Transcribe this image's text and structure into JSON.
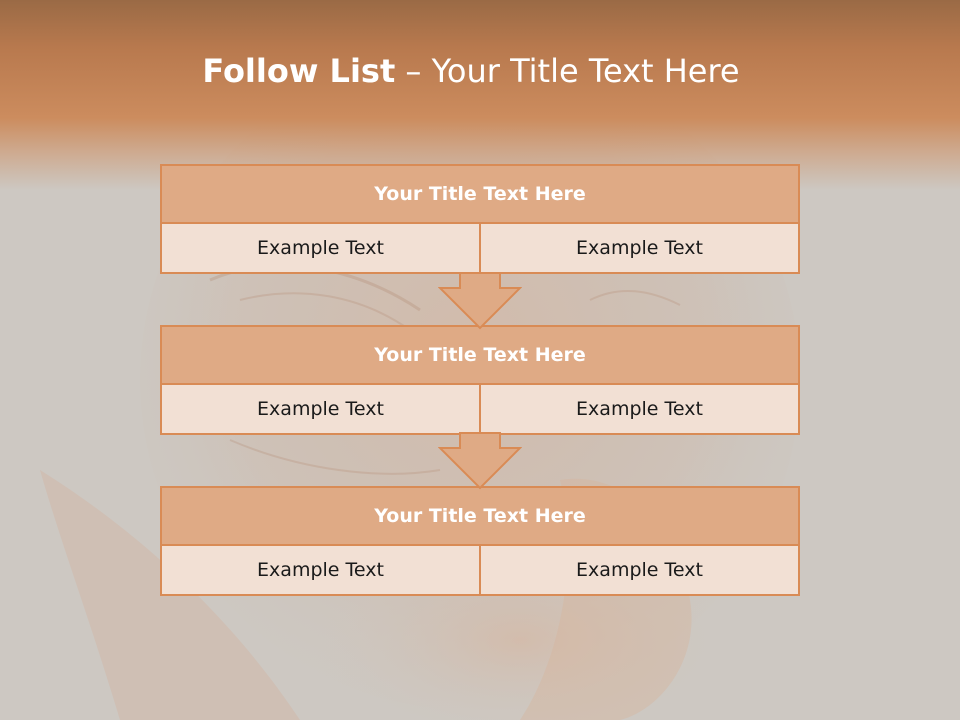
{
  "slide": {
    "title_bold": "Follow List",
    "title_rest": " – Your Title Text Here"
  },
  "colors": {
    "header": "#cc8c5e",
    "block_title": "#dfaa85",
    "block_body": "#f2e0d4",
    "border": "#d98b55",
    "arrow": "#dfaa85"
  },
  "blocks": [
    {
      "title": "Your Title Text Here",
      "left": "Example Text",
      "right": "Example Text"
    },
    {
      "title": "Your Title Text Here",
      "left": "Example Text",
      "right": "Example Text"
    },
    {
      "title": "Your Title Text Here",
      "left": "Example Text",
      "right": "Example Text"
    }
  ],
  "arrows": [
    "down-arrow-icon",
    "down-arrow-icon"
  ]
}
